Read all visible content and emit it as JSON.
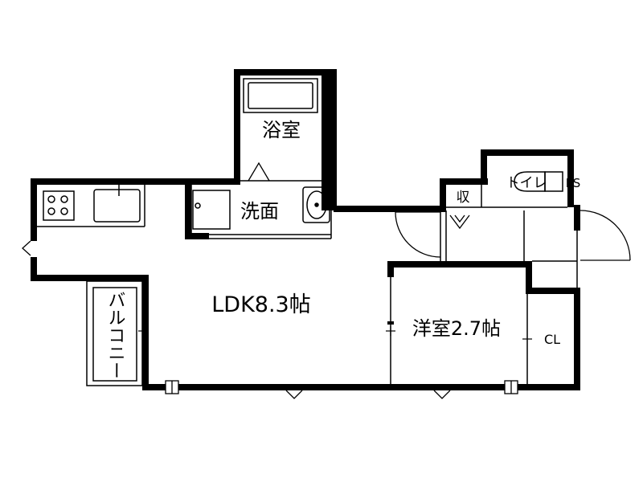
{
  "floor_plan": {
    "rooms": {
      "bath": "浴室",
      "washroom": "洗面",
      "storage": "収",
      "toilet": "トイレ",
      "ps": "PS",
      "ldk": "LDK8.3帖",
      "western_room": "洋室2.7帖",
      "closet": "CL",
      "balcony": "バルコニー"
    },
    "colors": {
      "wall": "#000000",
      "line": "#000000",
      "background": "#ffffff"
    }
  }
}
